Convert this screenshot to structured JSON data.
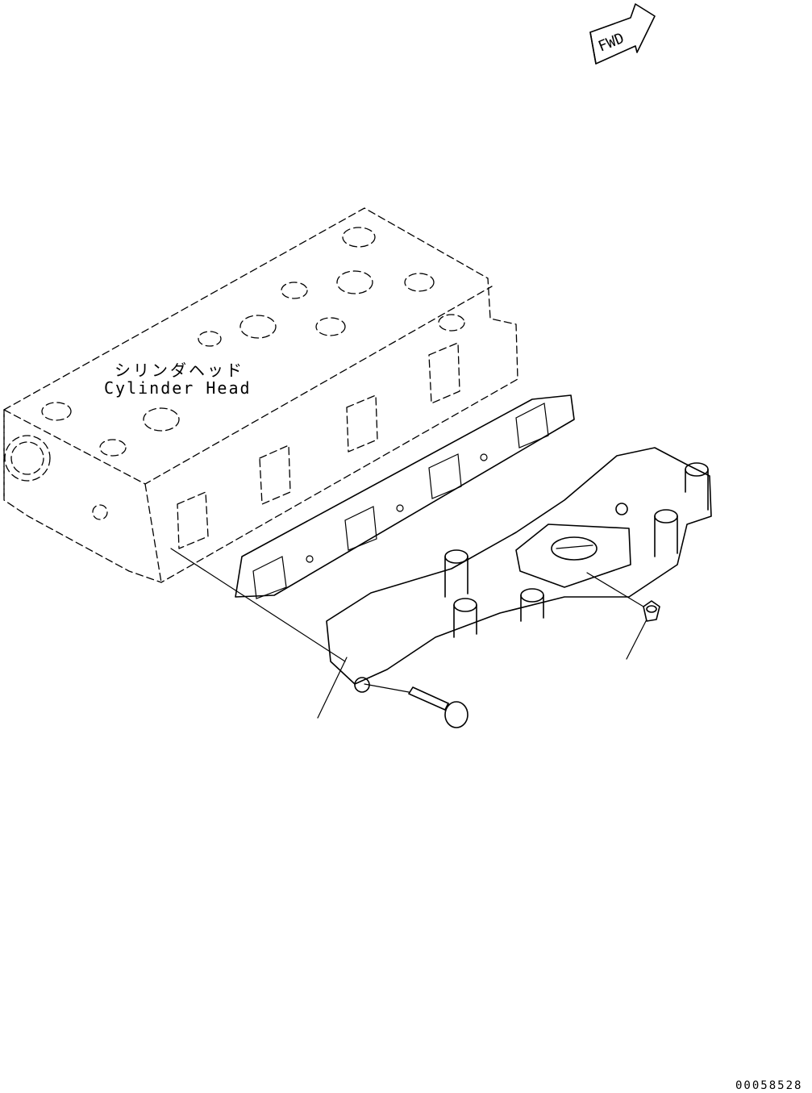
{
  "diagram": {
    "fwd_arrow_text": "FWD",
    "cylinder_head_label_jp": "シリンダヘッド",
    "cylinder_head_label_en": "Cylinder Head",
    "drawing_number": "00058528"
  },
  "colors": {
    "line": "#000000",
    "background": "#ffffff"
  }
}
